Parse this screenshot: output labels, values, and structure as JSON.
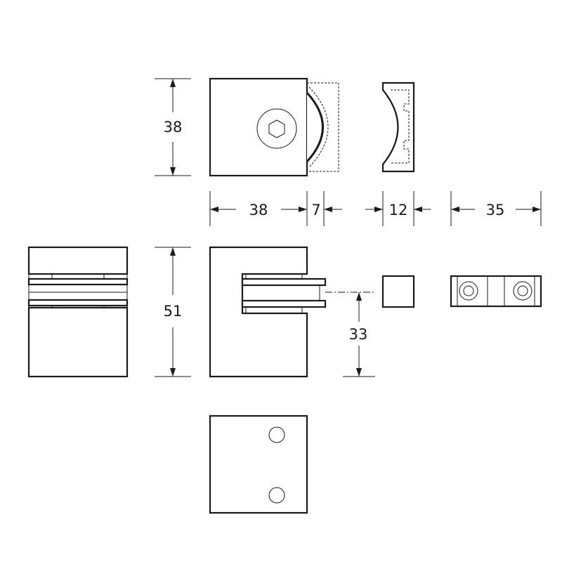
{
  "dimensions": {
    "height_top": "38",
    "width_body": "38",
    "gap": "7",
    "insert_width": "12",
    "insert_length": "35",
    "height_side": "51",
    "glass_height": "33"
  },
  "colors": {
    "line": "#1a1a1a",
    "background": "#ffffff"
  },
  "icons": [
    "hex-socket-screw-icon",
    "mounting-hole-icon"
  ]
}
